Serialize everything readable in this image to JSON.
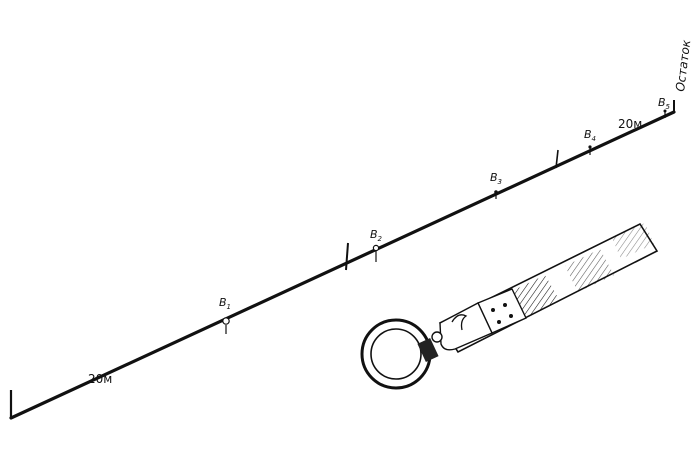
{
  "figure": {
    "distance_label_start": "20м",
    "distance_label_end": "20м",
    "remainder_label": "Остаток",
    "points": [
      {
        "letter": "B",
        "index": "1"
      },
      {
        "letter": "B",
        "index": "2"
      },
      {
        "letter": "B",
        "index": "3"
      },
      {
        "letter": "B",
        "index": "4"
      },
      {
        "letter": "B",
        "index": "5"
      }
    ]
  }
}
